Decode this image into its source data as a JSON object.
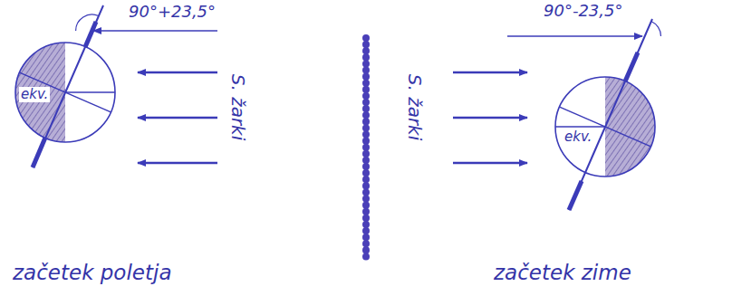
{
  "diagram": {
    "nodes": [
      {
        "text": [
          "ekv."
        ]
      },
      {
        "text": [
          "ekv."
        ]
      }
    ],
    "labels": [
      "90°+23,5°",
      "S. žarki",
      "S. žarki",
      "90°-23,5°",
      "začetek poletja",
      "začetek zime"
    ]
  }
}
